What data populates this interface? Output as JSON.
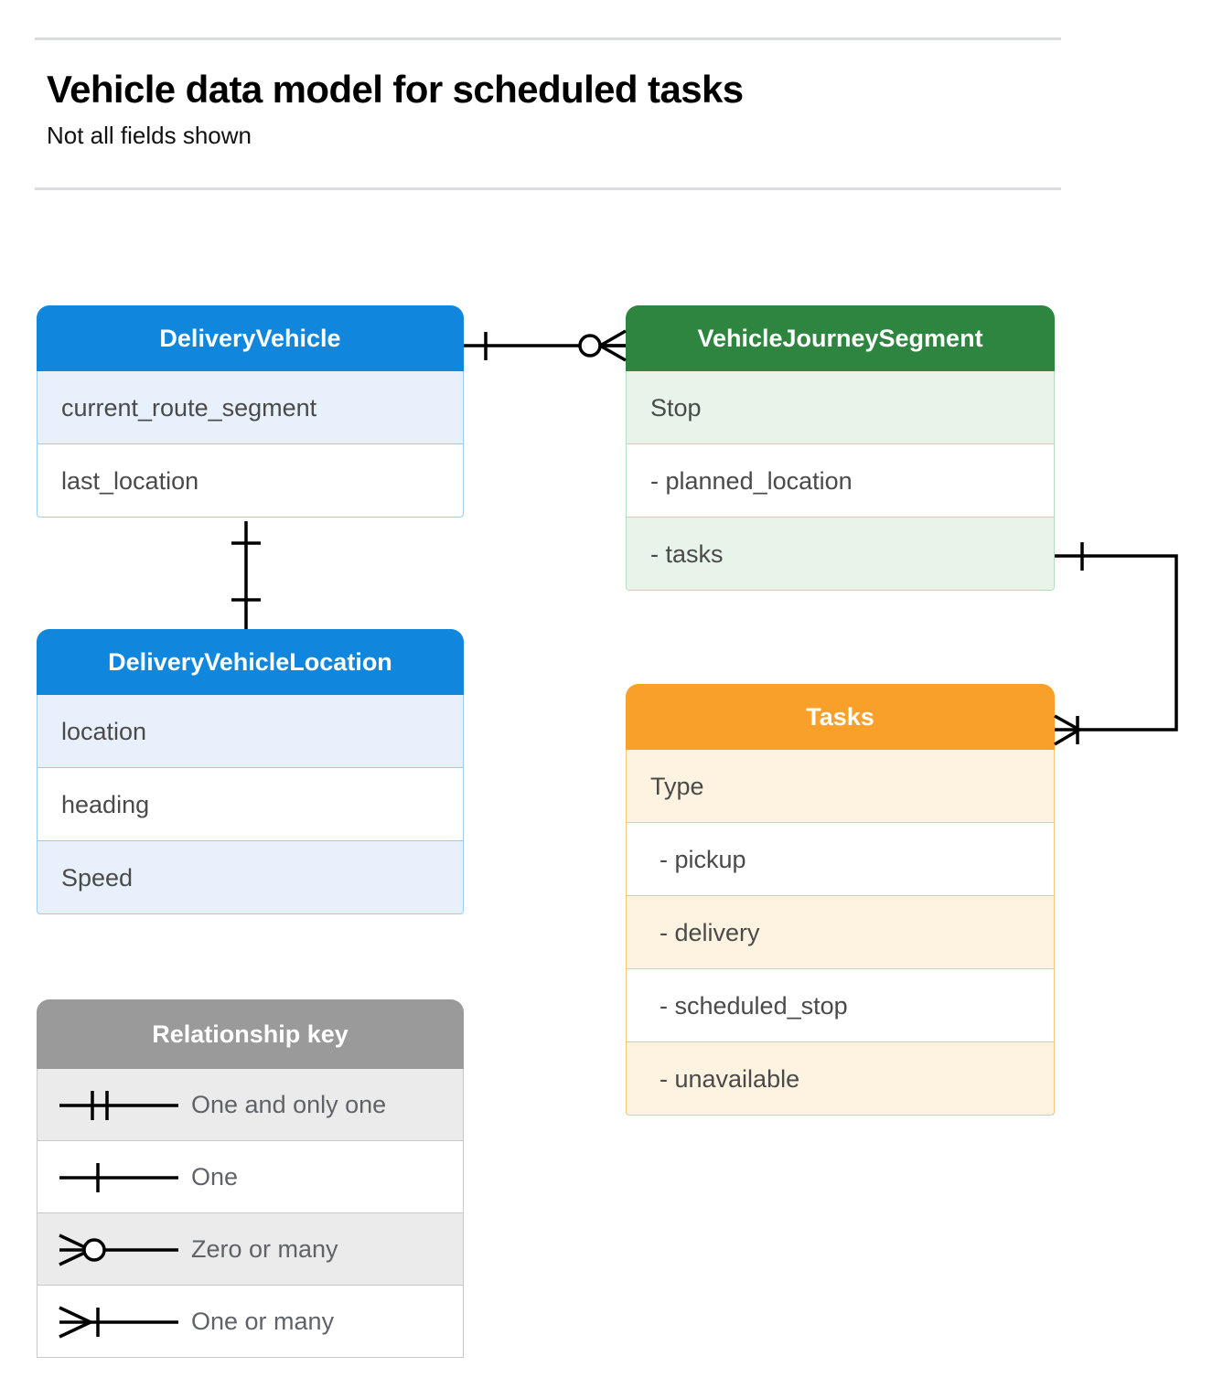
{
  "header": {
    "title": "Vehicle data model for scheduled tasks",
    "subtitle": "Not all fields shown"
  },
  "colors": {
    "blue_header": "#1186dd",
    "blue_row_tint": "#e8f1fb",
    "blue_border": "#9ccbf2",
    "green_header": "#2e8540",
    "green_row_tint": "#e8f3ea",
    "green_border": "#b6ddbf",
    "orange_header": "#f9a02a",
    "orange_row_tint": "#fdf3e0",
    "orange_border": "#f9c77a",
    "legend_header": "#9a9a9a",
    "legend_row_tint": "#ebebeb",
    "connector": "#000000",
    "rule": "#dadce0"
  },
  "entities": [
    {
      "id": "delivery-vehicle",
      "name": "DeliveryVehicle",
      "rows": [
        {
          "label": "current_route_segment",
          "indent": false
        },
        {
          "label": "last_location",
          "indent": false
        }
      ]
    },
    {
      "id": "vehicle-journey-segment",
      "name": "VehicleJourneySegment",
      "rows": [
        {
          "label": "Stop",
          "indent": false
        },
        {
          "label": "-  planned_location",
          "indent": false
        },
        {
          "label": "- tasks",
          "indent": false
        }
      ]
    },
    {
      "id": "delivery-vehicle-location",
      "name": "DeliveryVehicleLocation",
      "rows": [
        {
          "label": "location",
          "indent": false
        },
        {
          "label": "heading",
          "indent": false
        },
        {
          "label": "Speed",
          "indent": false
        }
      ]
    },
    {
      "id": "tasks",
      "name": "Tasks",
      "rows": [
        {
          "label": "Type",
          "indent": false
        },
        {
          "label": "-  pickup",
          "indent": true
        },
        {
          "label": "-  delivery",
          "indent": true
        },
        {
          "label": "-  scheduled_stop",
          "indent": true
        },
        {
          "label": "-  unavailable",
          "indent": true
        }
      ]
    }
  ],
  "legend": {
    "title": "Relationship key",
    "items": [
      {
        "glyph": "one-and-only-one-icon",
        "label": "One and only one"
      },
      {
        "glyph": "one-icon",
        "label": "One"
      },
      {
        "glyph": "zero-or-many-icon",
        "label": "Zero or many"
      },
      {
        "glyph": "one-or-many-icon",
        "label": "One or many"
      }
    ]
  },
  "relationships": [
    {
      "id": "deliveryvehicle-to-vehiclejourneysegment",
      "from": "DeliveryVehicle",
      "to": "VehicleJourneySegment",
      "from_cardinality": "One",
      "to_cardinality": "Zero or many"
    },
    {
      "id": "deliveryvehicle-to-deliveryvehiclelocation",
      "from": "DeliveryVehicle",
      "to": "DeliveryVehicleLocation",
      "from_cardinality": "One",
      "to_cardinality": "One"
    },
    {
      "id": "vehiclejourneysegment-tasks-to-tasks",
      "from": "VehicleJourneySegment",
      "to": "Tasks",
      "from_cardinality": "One",
      "to_cardinality": "One or many"
    }
  ]
}
